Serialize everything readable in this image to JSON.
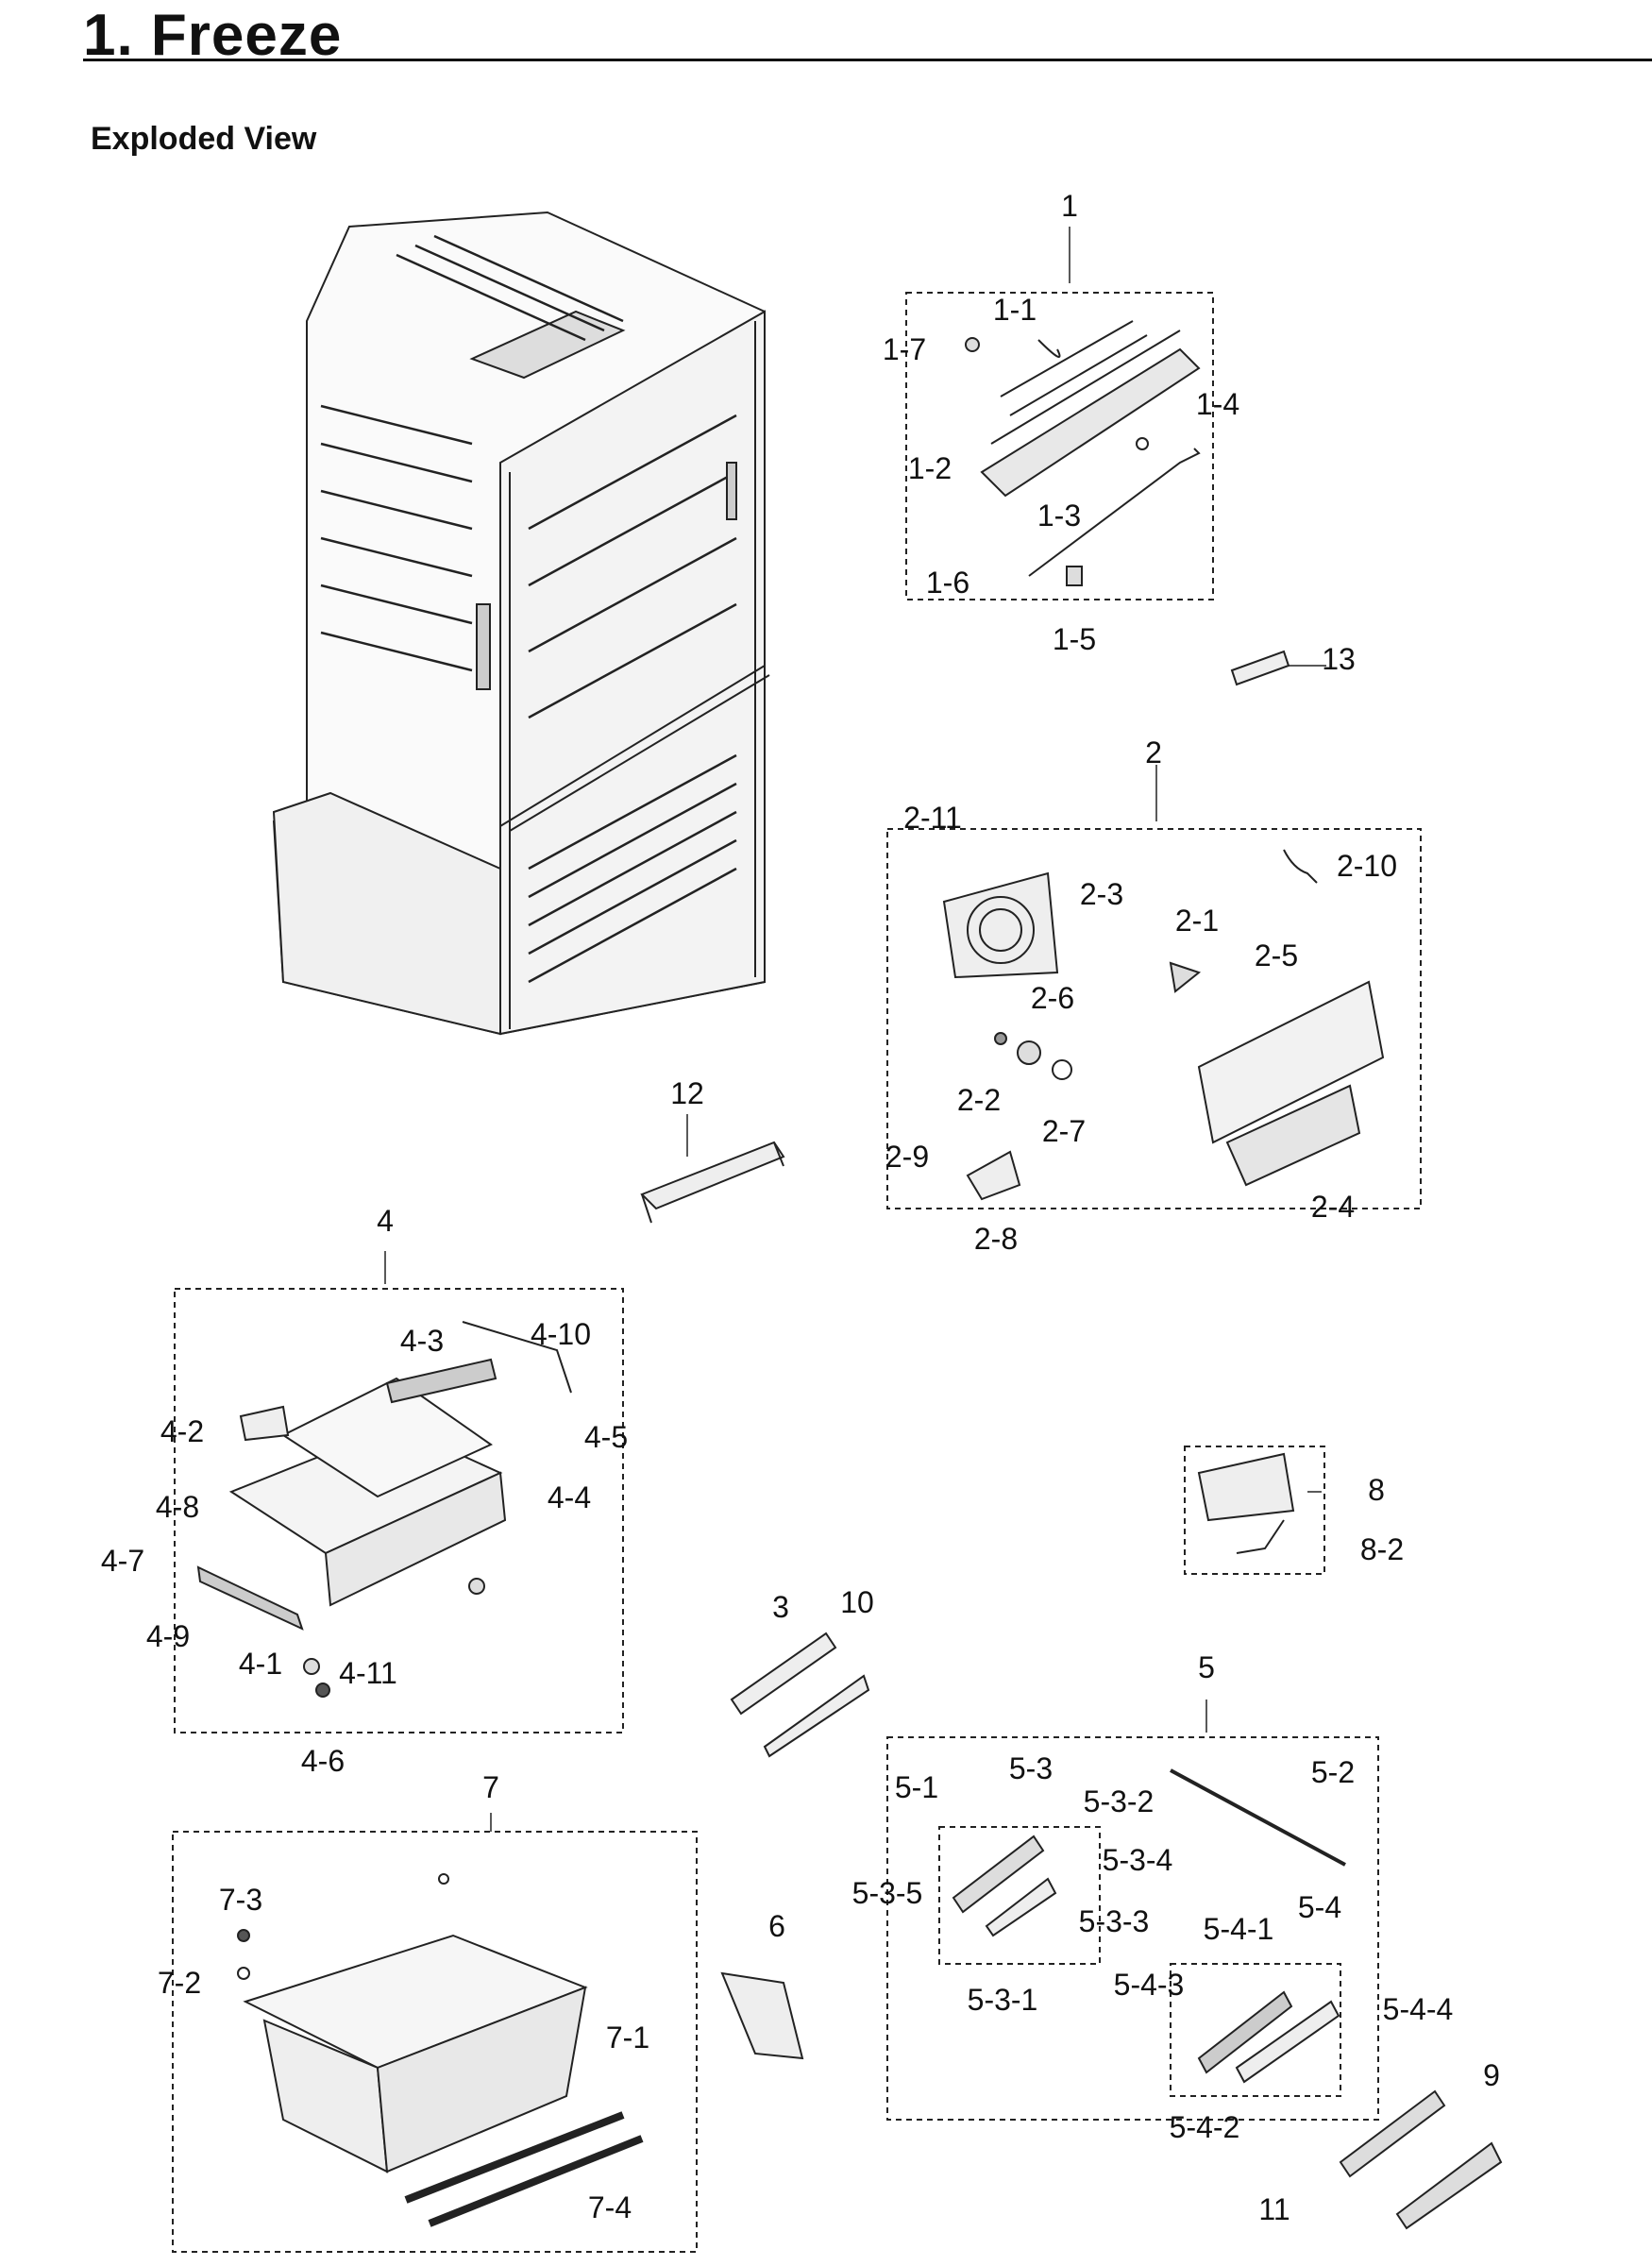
{
  "header": {
    "title": "1.  Freeze",
    "subtitle": "Exploded View"
  },
  "labels": [
    "1",
    "1-1",
    "1-7",
    "1-4",
    "1-2",
    "1-3",
    "1-6",
    "1-5",
    "13",
    "2",
    "2-11",
    "2-10",
    "2-3",
    "2-1",
    "2-5",
    "2-6",
    "2-2",
    "2-7",
    "2-9",
    "2-8",
    "2-4",
    "12",
    "4",
    "4-3",
    "4-10",
    "4-2",
    "4-5",
    "4-4",
    "4-8",
    "4-7",
    "4-9",
    "4-1",
    "4-11",
    "4-6",
    "8",
    "8-2",
    "3",
    "10",
    "5",
    "5-1",
    "5-3",
    "5-3-2",
    "5-2",
    "5-3-4",
    "5-3-5",
    "5-3-3",
    "5-3-1",
    "5-4-1",
    "5-4",
    "5-4-3",
    "5-4-4",
    "5-4-2",
    "7",
    "7-3",
    "7-2",
    "7-1",
    "7-4",
    "6",
    "9",
    "11"
  ]
}
